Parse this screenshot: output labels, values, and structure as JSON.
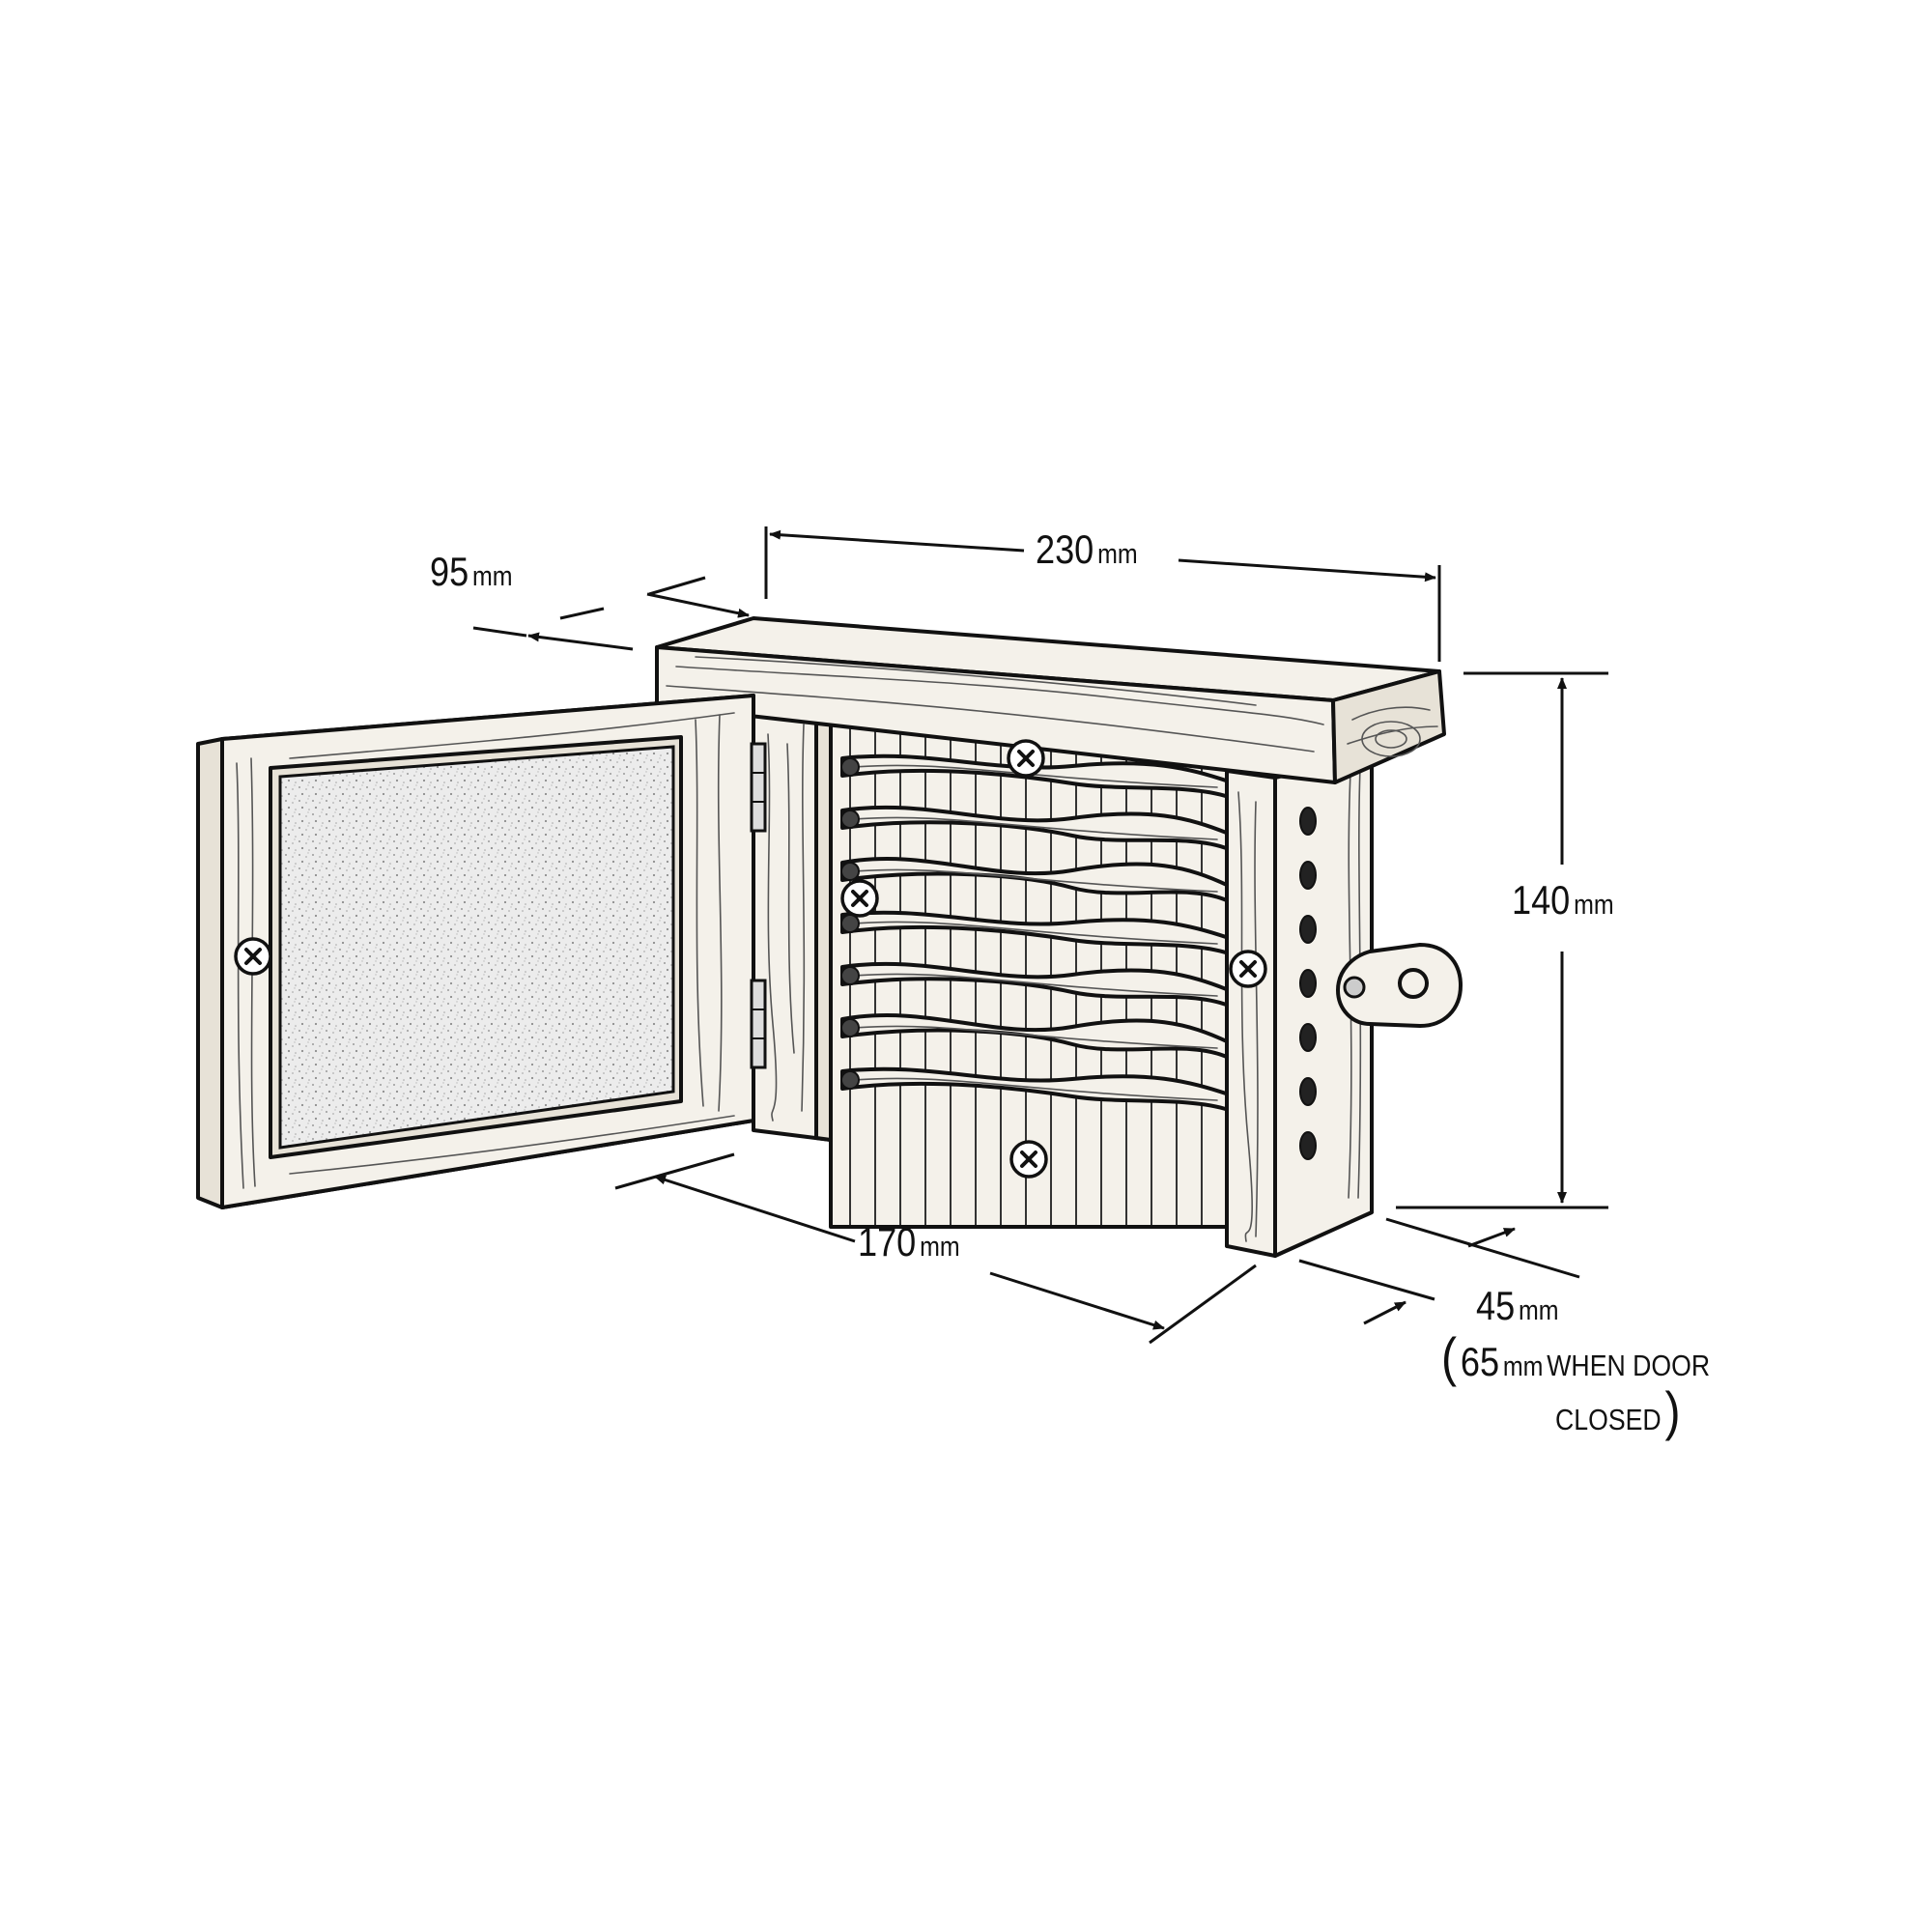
{
  "dimensions": {
    "depth_top": {
      "value": "95",
      "unit": "mm"
    },
    "width": {
      "value": "230",
      "unit": "mm"
    },
    "height": {
      "value": "140",
      "unit": "mm"
    },
    "inner_width": {
      "value": "170",
      "unit": "mm"
    },
    "depth_open": {
      "value": "45",
      "unit": "mm",
      "closed_value": "65",
      "closed_unit": "mm",
      "closed_text_line1": "WHEN DOOR",
      "closed_text_line2": "CLOSED",
      "paren_open": "(",
      "paren_close": ")"
    }
  },
  "parts": {
    "hook_rows": 7,
    "side_holes": 7,
    "hinges": 2,
    "screws": 5
  },
  "colors": {
    "ink": "#111111",
    "wood": "#f4f1ea",
    "cork": "#e9e9e9",
    "background": "#ffffff"
  },
  "icons": [
    "screw-icon",
    "hinge-icon",
    "wall-bracket-icon"
  ]
}
